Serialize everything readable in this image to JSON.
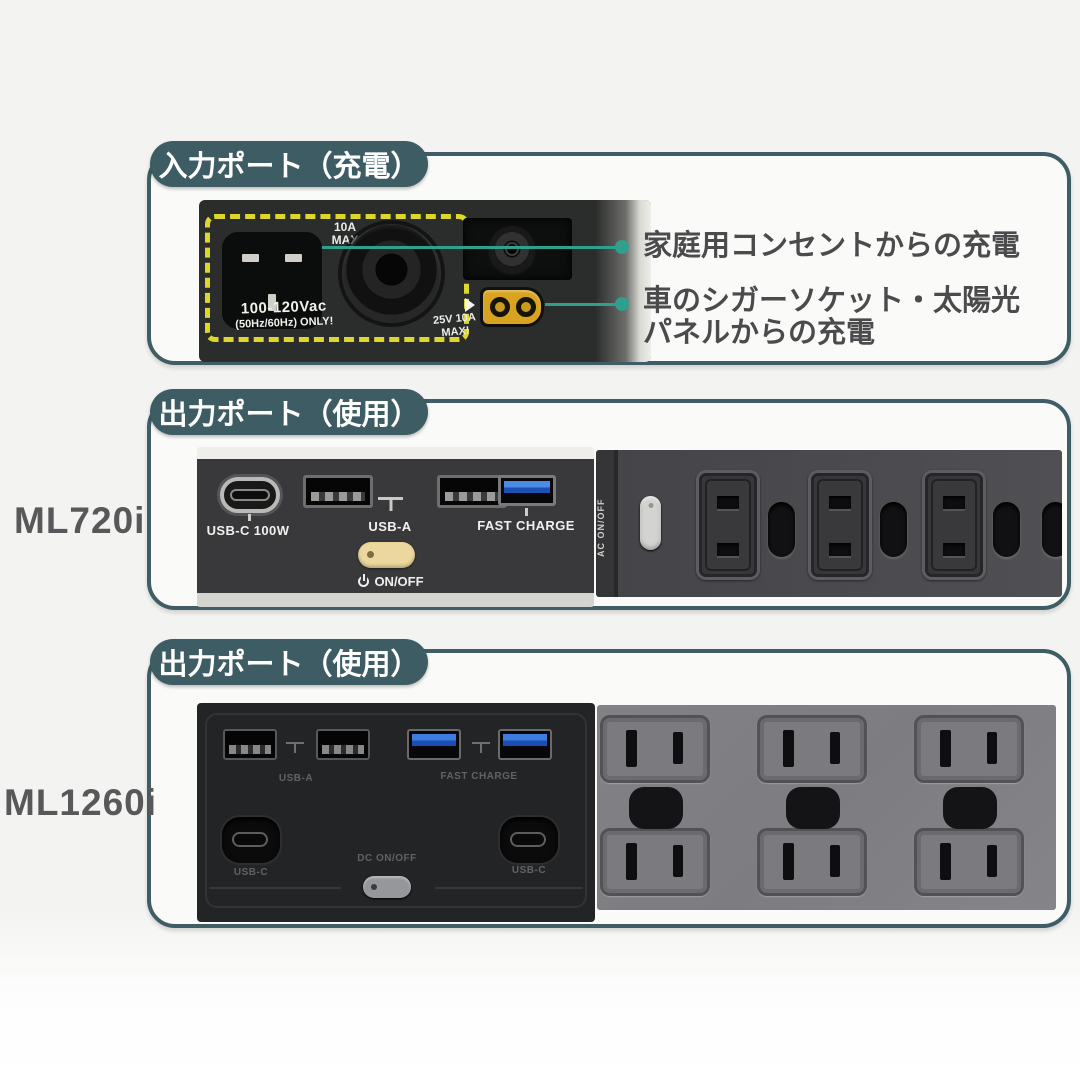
{
  "colors": {
    "teal": "#3e5c64",
    "connector_green": "#2fa08c",
    "hazard_yellow": "#ddd72c",
    "usb_blue": "#2f6fd6",
    "xt60_yellow": "#d8a41f"
  },
  "input_section": {
    "badge": "入力ポート（充電）",
    "panel": {
      "max_note": "10A\nMAX",
      "voltage": "100-120Vac",
      "voltage_note": "(50Hz/60Hz) ONLY!",
      "dc_note": "25V 10A\nMAX!"
    },
    "annotations": [
      "家庭用コンセントからの充電",
      "車のシガーソケット・太陽光\nパネルからの充電"
    ]
  },
  "ml720i_section": {
    "badge": "出力ポート（使用）",
    "model": "ML720i",
    "labels": {
      "usb_c": "USB-C 100W",
      "usb_a": "USB-A",
      "fast_charge": "FAST CHARGE",
      "power": "ON/OFF",
      "ac_power": "AC ON/OFF"
    }
  },
  "ml1260i_section": {
    "badge": "出力ポート（使用）",
    "model": "ML1260i",
    "labels": {
      "usb_a": "USB-A",
      "fast_charge": "FAST CHARGE",
      "usb_c_left": "USB-C",
      "usb_c_right": "USB-C",
      "dc_power": "DC ON/OFF"
    }
  }
}
